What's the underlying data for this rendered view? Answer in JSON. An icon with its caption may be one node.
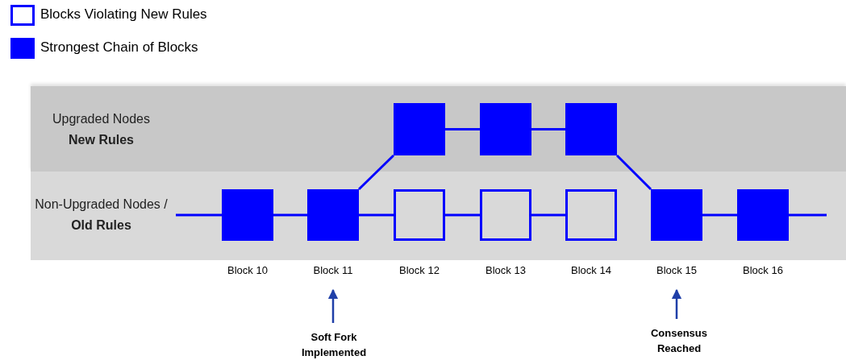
{
  "diagram": {
    "nodes": [
      {
        "text": [
          "Upgraded Nodes **New Rules**"
        ]
      },
      {
        "text": [],
        "shape": "square",
        "in": 0
      },
      {
        "text": [],
        "shape": "square",
        "in": 0
      },
      {
        "text": [],
        "shape": "square",
        "in": 0
      },
      {
        "text": [
          "Non-Upgraded Nodes / **Old Rules**"
        ]
      },
      {
        "text": [],
        "shape": "square",
        "in": 4,
        "beside": [
          "Block 10"
        ]
      },
      {
        "text": [],
        "shape": "square",
        "in": 4,
        "beside": [
          "Block 11"
        ]
      },
      {
        "text": [],
        "shape": "box",
        "in": 4,
        "beside": [
          "Block 12"
        ]
      },
      {
        "text": [],
        "shape": "box",
        "in": 4,
        "beside": [
          "Block 13"
        ]
      },
      {
        "text": [],
        "shape": "box",
        "in": 4,
        "beside": [
          "Block 14"
        ]
      },
      {
        "text": [],
        "shape": "square",
        "in": 4,
        "beside": [
          "Block 15"
        ]
      },
      {
        "text": [],
        "shape": "square",
        "in": 4,
        "beside": [
          "Block 16"
        ]
      },
      {
        "text": [
          "Soft Fork Implemented"
        ]
      },
      {
        "text": [
          "Consensus Reached"
        ]
      }
    ],
    "edges": [
      {
        "from": null,
        "to": 5,
        "arrow": "none"
      },
      {
        "from": 5,
        "to": 6,
        "arrow": "none"
      },
      {
        "from": 6,
        "to": 1,
        "arrow": "none"
      },
      {
        "from": 1,
        "to": 2,
        "arrow": "none"
      },
      {
        "from": 2,
        "to": 3,
        "arrow": "none"
      },
      {
        "from": 3,
        "to": 10,
        "arrow": "none"
      },
      {
        "from": 6,
        "to": 7,
        "arrow": "none"
      },
      {
        "from": 7,
        "to": 8,
        "arrow": "none"
      },
      {
        "from": 8,
        "to": 9,
        "arrow": "none"
      },
      {
        "from": 10,
        "to": 11,
        "arrow": "none"
      },
      {
        "from": 11,
        "to": null,
        "arrow": "none"
      },
      {
        "from": 12,
        "to": 6,
        "arrow": "to"
      },
      {
        "from": 13,
        "to": 10,
        "arrow": "to"
      }
    ],
    "legend": [
      {
        "text": "Blocks Violating New Rules"
      },
      {
        "text": "Strongest Chain of Blocks",
        "color": "#0000ff"
      }
    ]
  }
}
